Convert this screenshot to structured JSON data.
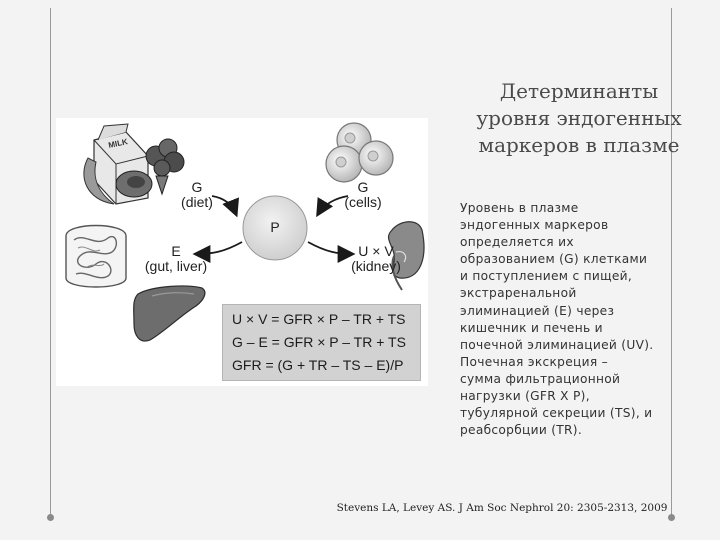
{
  "title": {
    "lines": [
      "Детерминанты",
      "уровня эндогенных",
      "маркеров в плазме"
    ]
  },
  "figure": {
    "milk_text": "MILK",
    "center_label": "P",
    "g_diet": [
      "G",
      "(diet)"
    ],
    "g_cells": [
      "G",
      "(cells)"
    ],
    "e_gut_liver": [
      "E",
      "(gut, liver)"
    ],
    "uv_kidney": [
      "U × V",
      "(kidney)"
    ],
    "formulas": [
      "U × V = GFR × P – TR + TS",
      "G – E = GFR × P – TR + TS",
      "GFR = (G + TR – TS – E)/P"
    ]
  },
  "body_text": {
    "lines": [
      "Уровень в плазме",
      "эндогенных маркеров",
      "определяется их",
      "образованием (G) клетками",
      "и поступлением с пищей,",
      "экстраренальной",
      "элиминацией (E) через",
      "кишечник и печень и",
      "почечной элиминацией (UV).",
      "Почечная экскреция –",
      "сумма фильтрационной",
      "нагрузки (GFR X P),",
      "тубулярной секреции (TS), и",
      "реабсорбции (TR)."
    ]
  },
  "citation": "Stevens LA, Levey AS. J Am Soc Nephrol 20: 2305-2313, 2009"
}
